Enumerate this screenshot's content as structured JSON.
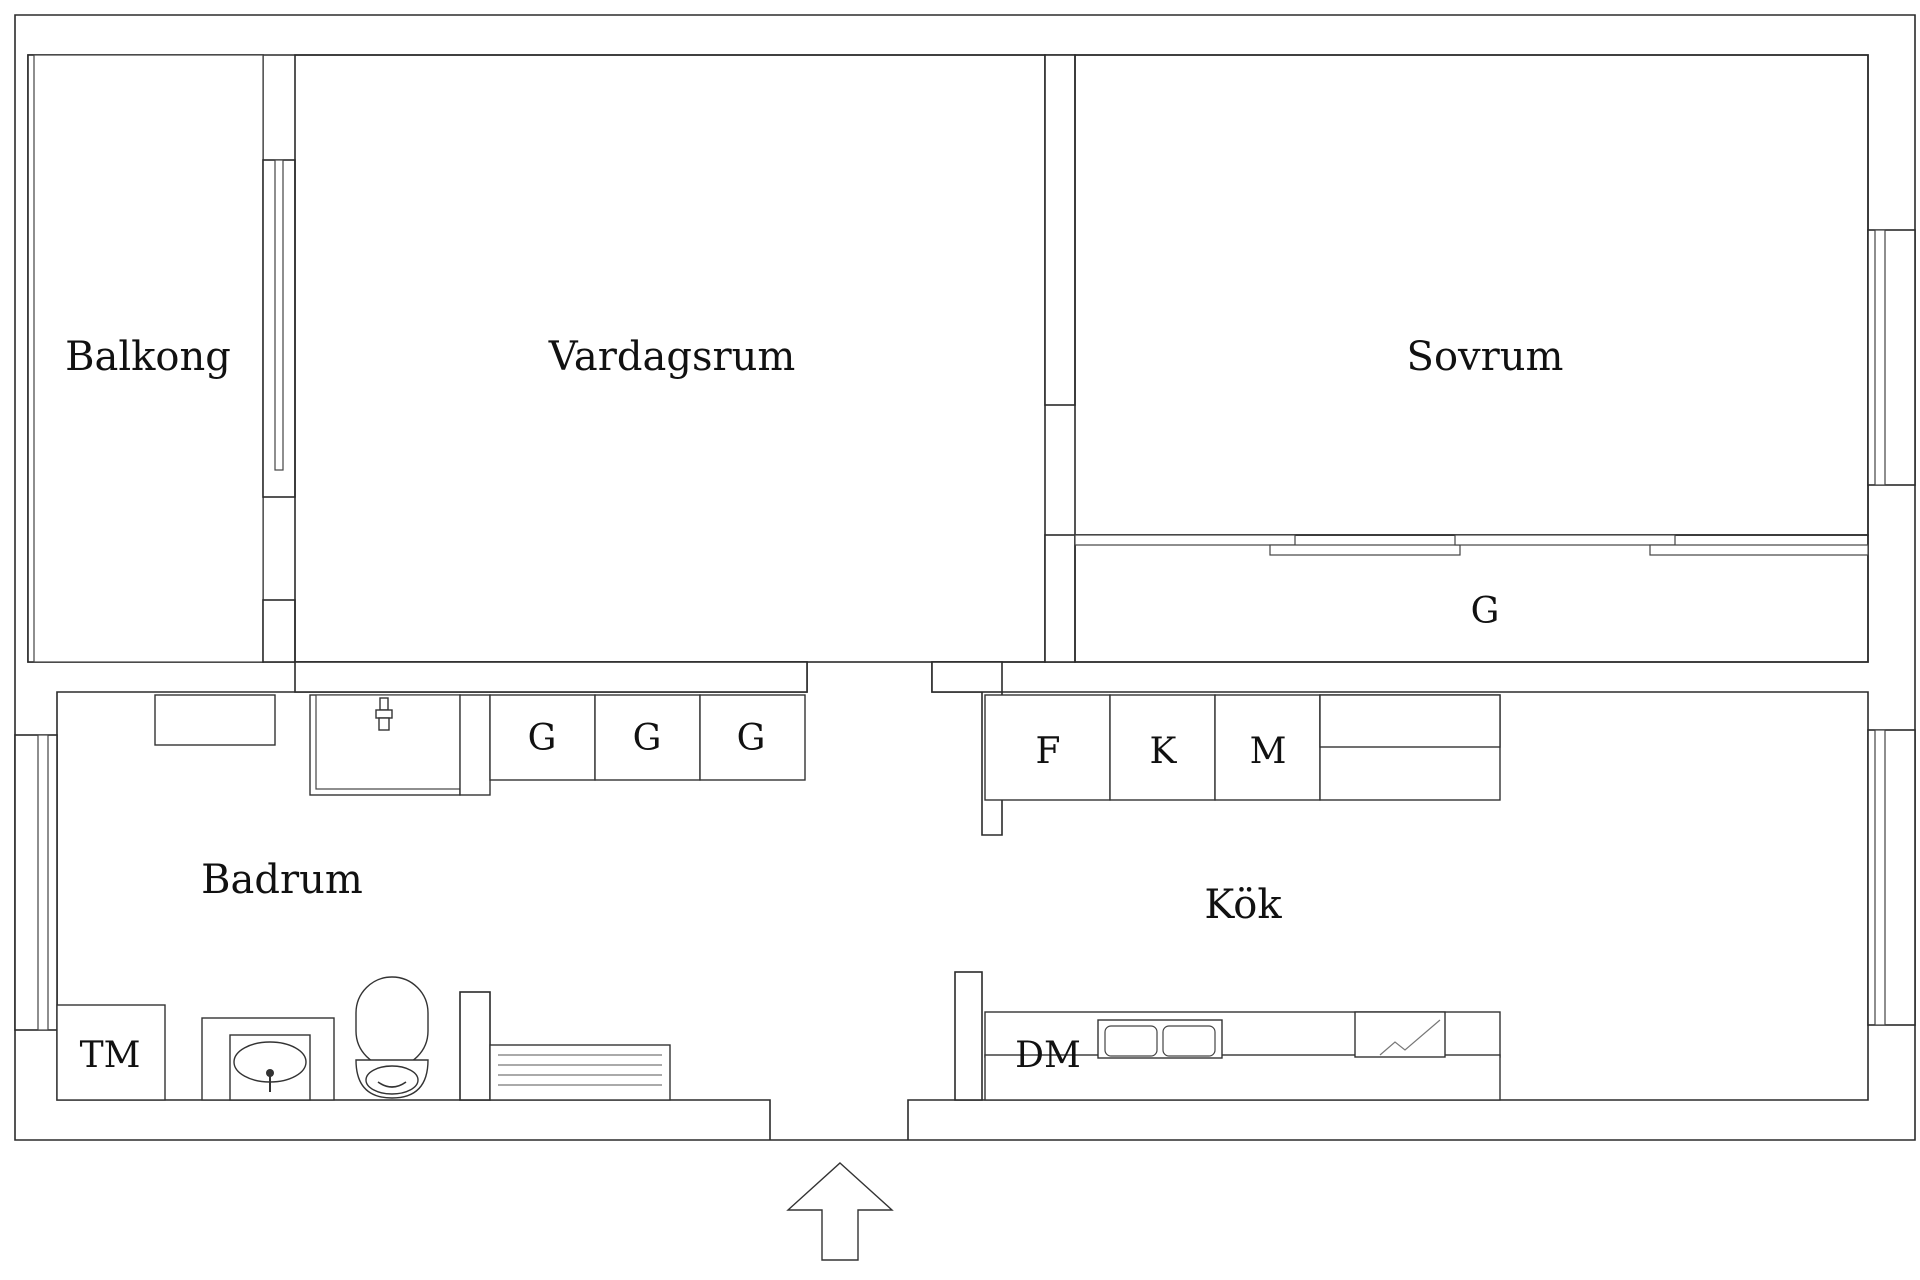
{
  "rooms": {
    "balkong": "Balkong",
    "vardagsrum": "Vardagsrum",
    "sovrum": "Sovrum",
    "badrum": "Badrum",
    "kok": "Kök"
  },
  "fixtures": {
    "closet_sovrum": "G",
    "hall_closet_1": "G",
    "hall_closet_2": "G",
    "hall_closet_3": "G",
    "fridge": "F",
    "freezer": "K",
    "microwave": "M",
    "washing_machine": "TM",
    "dishwasher": "DM"
  },
  "icons": [
    "entrance-arrow-icon",
    "sink-icon",
    "toilet-icon",
    "shower-icon",
    "radiator-icon",
    "kitchen-sink-icon",
    "stove-icon"
  ],
  "colors": {
    "line": "#2b2b2b",
    "background": "#ffffff"
  }
}
